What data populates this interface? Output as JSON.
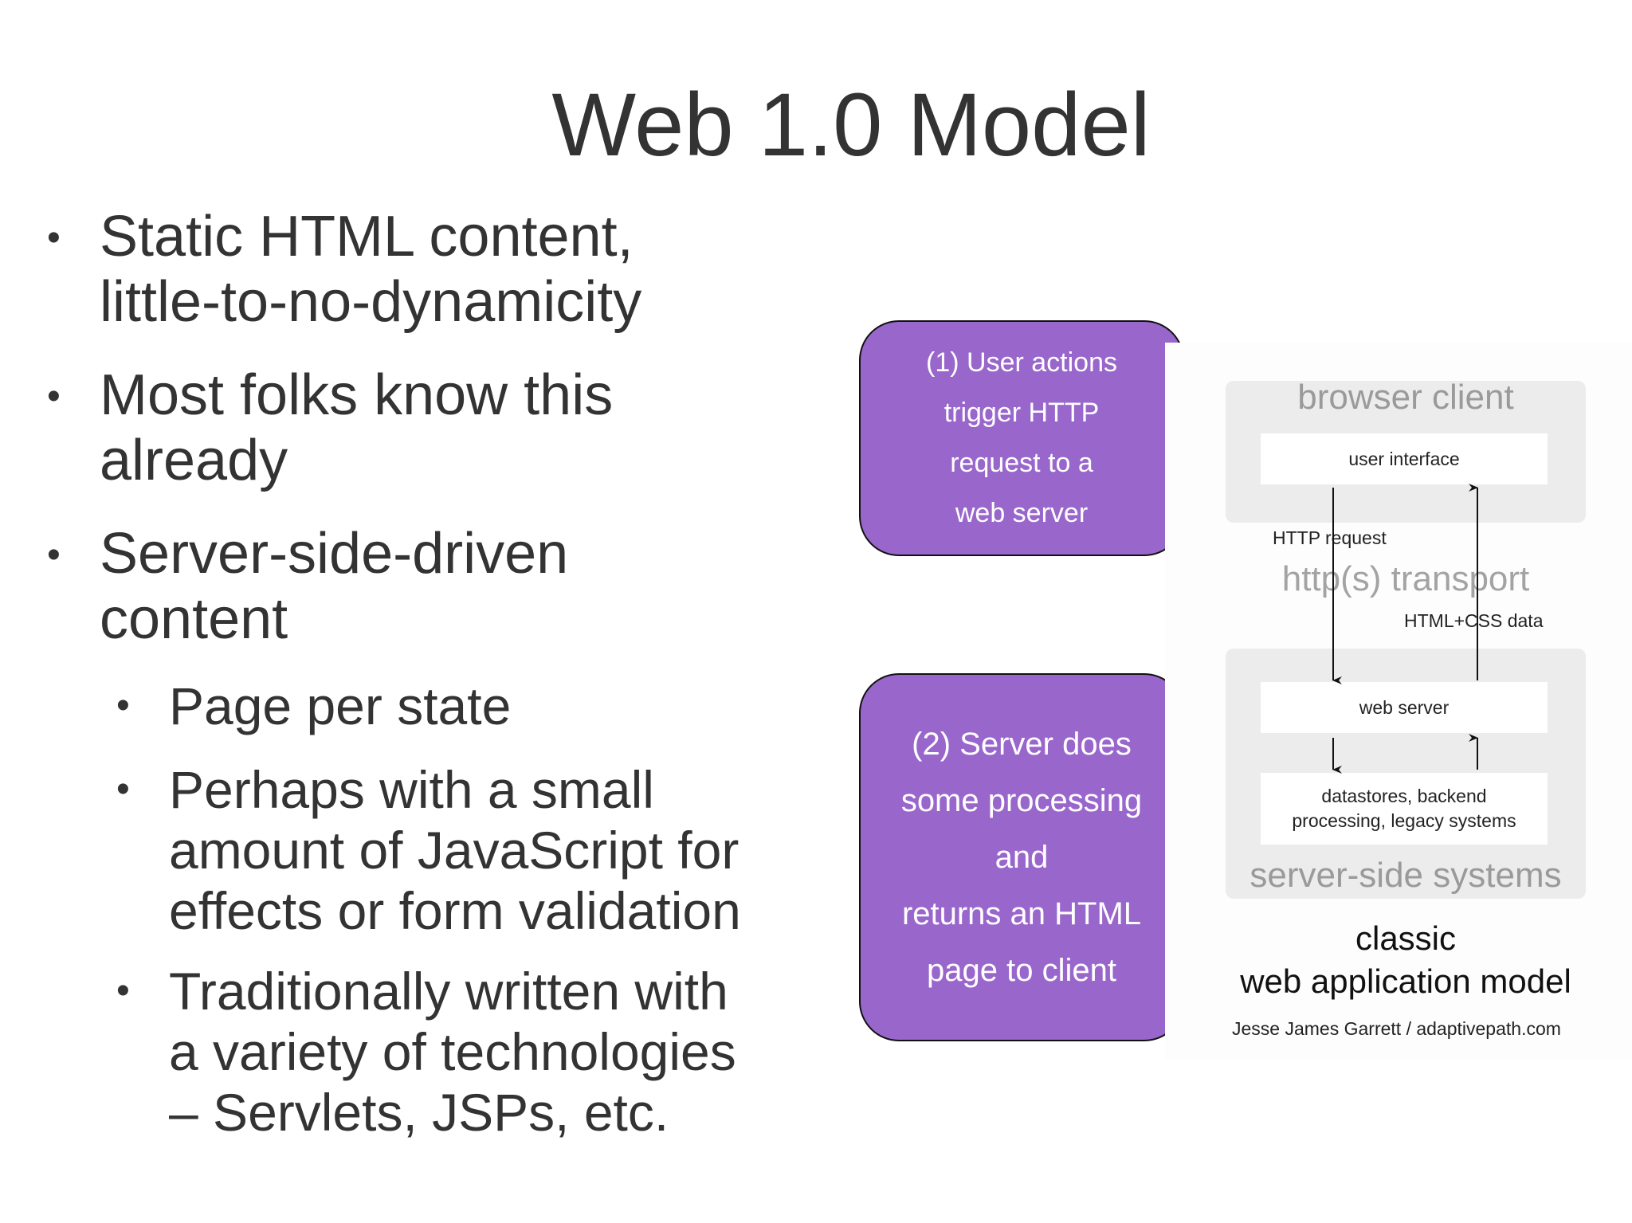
{
  "slide": {
    "title": "Web 1.0 Model",
    "bullets": [
      {
        "level": 1,
        "lines": [
          "Static HTML content,",
          "little-to-no-dynamicity"
        ]
      },
      {
        "level": 1,
        "lines": [
          "Most folks know this",
          "already"
        ]
      },
      {
        "level": 1,
        "lines": [
          "Server-side-driven",
          "content"
        ]
      },
      {
        "level": 2,
        "lines": [
          "Page per state"
        ]
      },
      {
        "level": 2,
        "lines": [
          "Perhaps with a small",
          "amount of JavaScript for",
          "effects or form validation"
        ]
      },
      {
        "level": 2,
        "lines": [
          "Traditionally written with",
          "a variety of technologies",
          "– Servlets, JSPs, etc."
        ]
      }
    ]
  },
  "callouts": {
    "step1": [
      "(1) User actions",
      "trigger HTTP",
      "request to a",
      "web server"
    ],
    "step2": [
      "(2) Server does",
      "some processing",
      "and",
      "returns an HTML",
      "page to client"
    ],
    "fill_color": "#9966cc"
  },
  "diagram": {
    "browser_client": "browser client",
    "user_interface": "user interface",
    "http_request": "HTTP request",
    "transport": "http(s) transport",
    "html_css_data": "HTML+CSS data",
    "web_server": "web server",
    "datastores": [
      "datastores, backend",
      "processing, legacy systems"
    ],
    "server_side_systems": "server-side systems",
    "caption_line1": "classic",
    "caption_line2": "web application model",
    "credit": "Jesse James Garrett / adaptivepath.com"
  }
}
